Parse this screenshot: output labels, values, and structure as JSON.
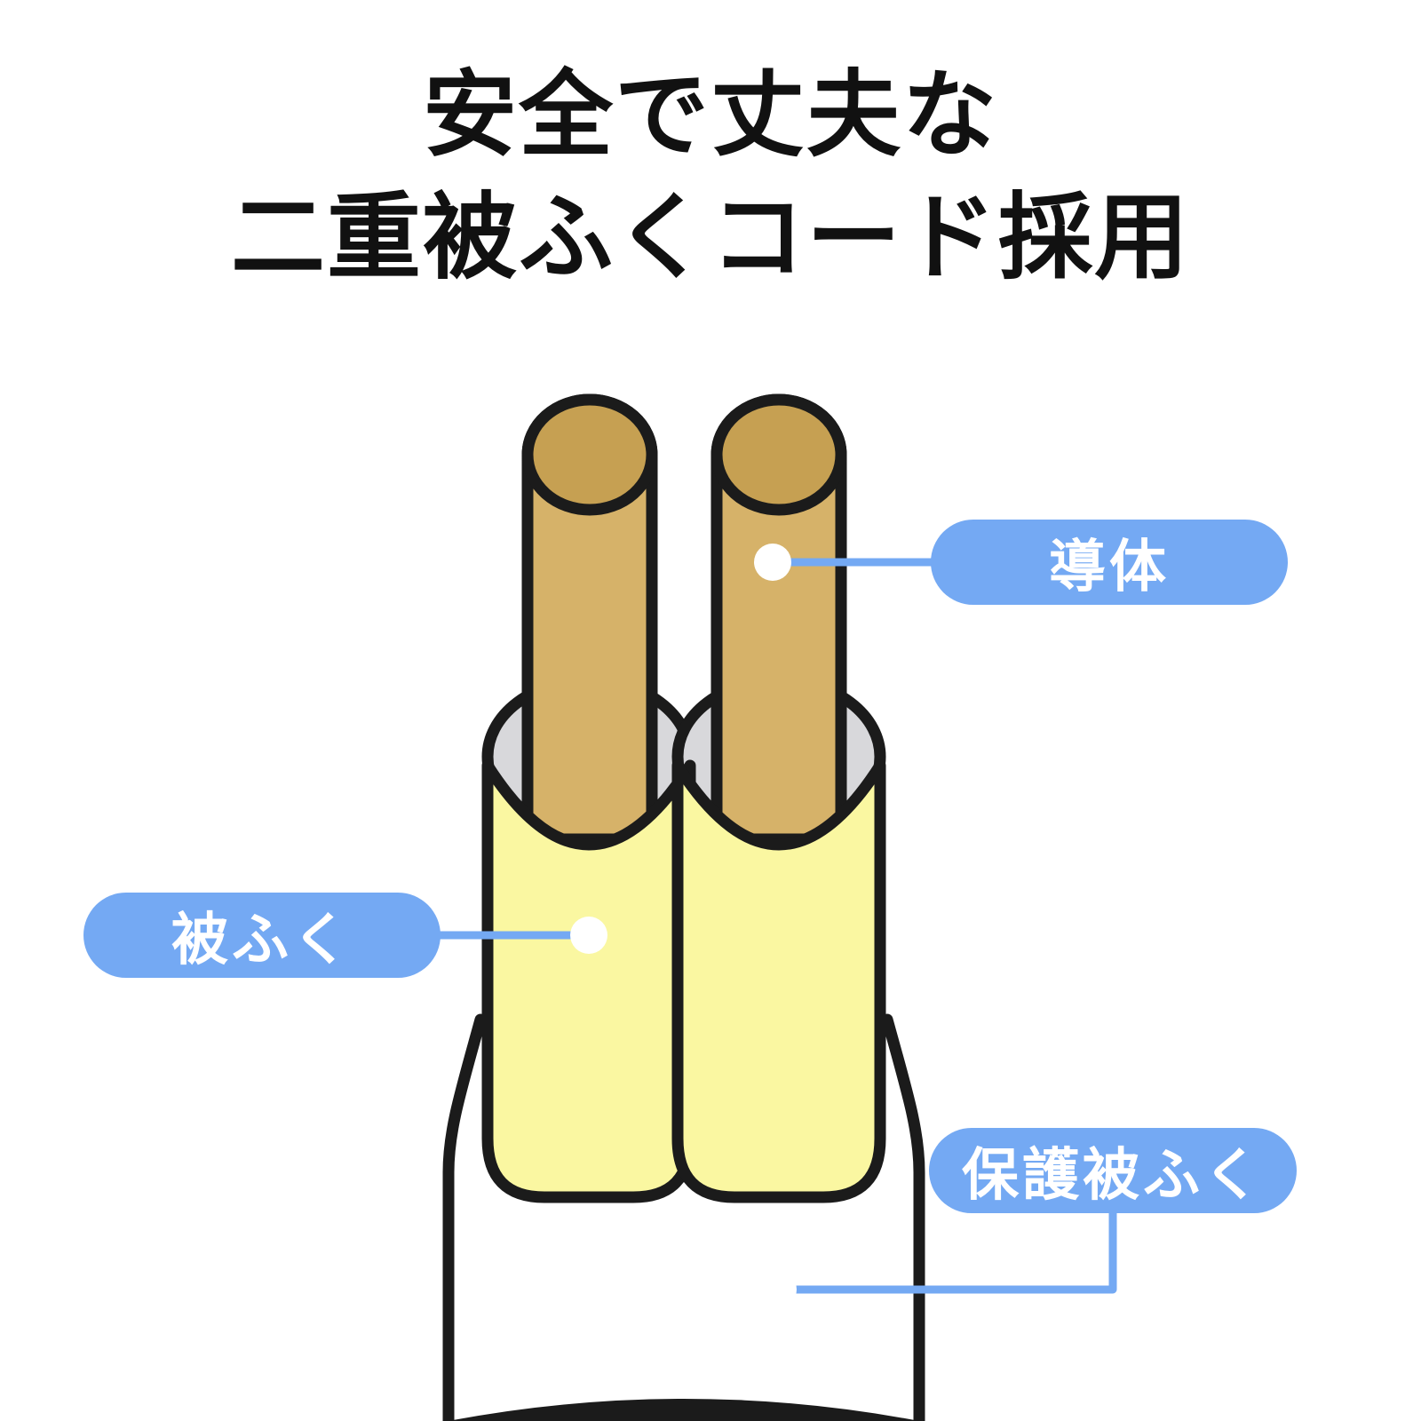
{
  "title": {
    "line1": "安全で丈夫な",
    "line2": "二重被ふくコード採用"
  },
  "labels": {
    "conductor": "導体",
    "insulation": "被ふく",
    "protective_sheath": "保護被ふく"
  },
  "colors": {
    "blue": "#74a9f3",
    "outline": "#1b1b1b",
    "conductor": "#d6b269",
    "conductor-top": "#c6a052",
    "insulation": "#faf7a1",
    "collar": "#d8d8db",
    "sheath": "#ffffff",
    "label-text": "#ffffff",
    "title-text": "#111111",
    "background": "#ffffff"
  }
}
